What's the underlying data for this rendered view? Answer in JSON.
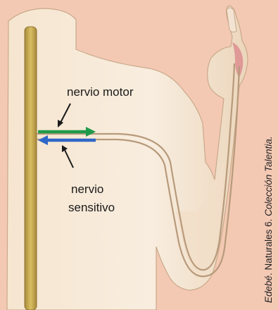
{
  "labels": {
    "motor": "nervio motor",
    "sensory_line1": "nervio",
    "sensory_line2": "sensitivo"
  },
  "credit": {
    "publisher": "Edebé",
    "series": "Naturales 6.",
    "collection": "Colección Talentia."
  },
  "colors": {
    "background": "#f4c9b4",
    "skin": "#f7ecdc",
    "spine": "#c9ab4a",
    "motor_arrow": "#1f9a4a",
    "sensory_arrow": "#2f67c8"
  }
}
